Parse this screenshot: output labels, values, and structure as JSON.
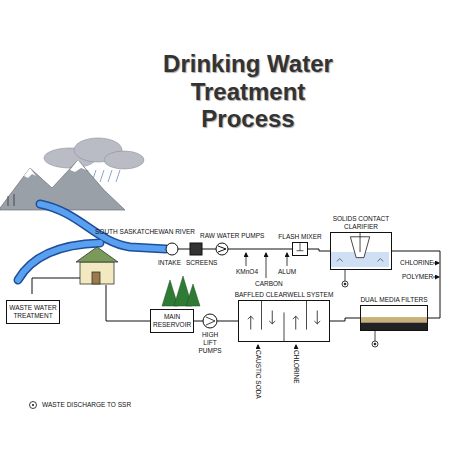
{
  "diagram": {
    "title": "Drinking Water Treatment Process",
    "nodes": [
      {
        "text": [
          "FLASH MIXER"
        ]
      },
      {
        "text": [
          "SOLIDS CONTACT CLARIFIER"
        ]
      },
      {
        "text": [
          "DUAL MEDIA FILTERS"
        ]
      },
      {
        "text": [
          "BAFFLED CLEARWELL SYSTEM"
        ]
      },
      {
        "text": [
          "MAIN RESERVOIR"
        ]
      },
      {
        "text": [
          "WASTE WATER TREATMENT"
        ]
      }
    ],
    "edges": [
      {
        "from": 0,
        "to": 1,
        "arrow": "none"
      },
      {
        "from": 1,
        "to": 2,
        "arrow": "none"
      },
      {
        "from": 2,
        "to": 3,
        "arrow": "none"
      },
      {
        "from": 3,
        "to": 4,
        "arrow": "none"
      }
    ],
    "labels": [
      "SOUTH SASKATCHEWAN RIVER",
      "INTAKE",
      "RAW WATER PUMPS",
      "SCREENS",
      "KMnO4",
      "CARBON",
      "ALUM",
      "CHLORINE",
      "POLYMER",
      "CAUSTIC SODA",
      "CHLORINE",
      "HIGH LIFT PUMPS"
    ],
    "legend": [
      {
        "text": "WASTE DISCHARGE TO SSR"
      }
    ]
  }
}
